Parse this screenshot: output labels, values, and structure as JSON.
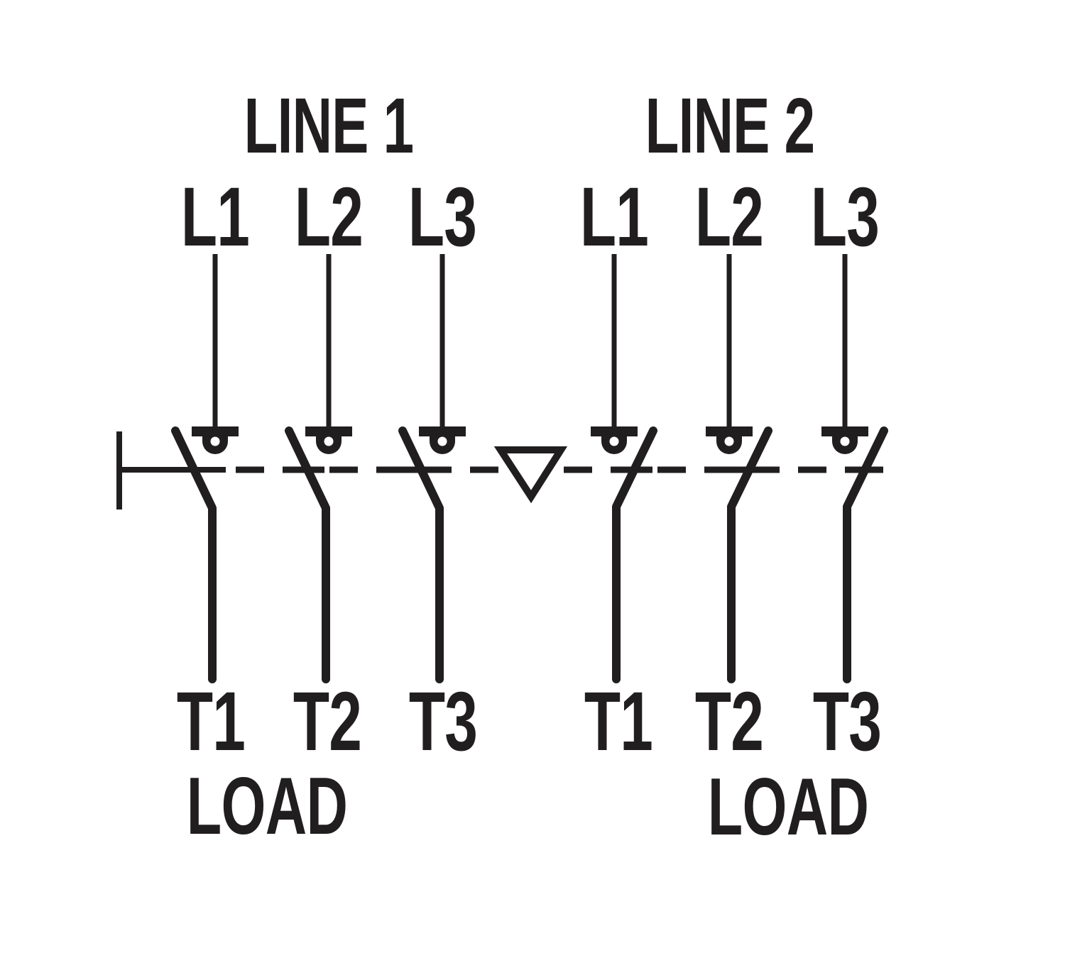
{
  "diagram": {
    "type": "double-throw-transfer-switch-schematic",
    "title_line1": "LINE 1",
    "title_line2": "LINE 2",
    "line1": {
      "source_terminals": [
        "L1",
        "L2",
        "L3"
      ],
      "load_terminals": [
        "T1",
        "T2",
        "T3"
      ],
      "load_label": "LOAD"
    },
    "line2": {
      "source_terminals": [
        "L1",
        "L2",
        "L3"
      ],
      "load_terminals": [
        "T1",
        "T2",
        "T3"
      ],
      "load_label": "LOAD"
    },
    "colors": {
      "ink": "#211e1f",
      "background": "#ffffff"
    }
  }
}
